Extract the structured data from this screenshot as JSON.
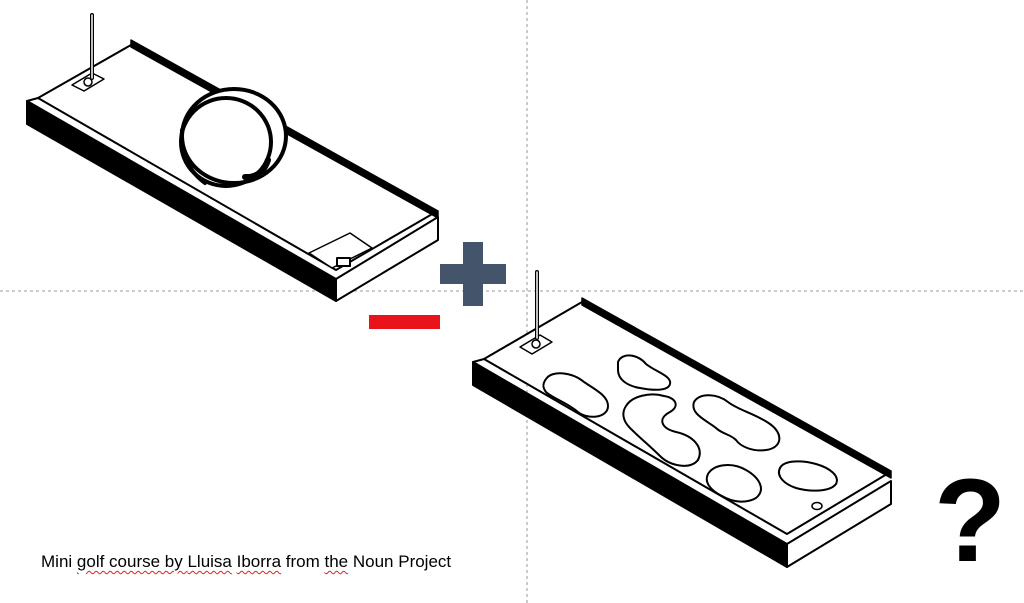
{
  "caption": {
    "p1": "Mini ",
    "p2": "golf course by ",
    "author_first": "Lluisa",
    "p3": " ",
    "author_last": "Iborra",
    "p4": " from ",
    "the_word": "the",
    "p5": " Noun Project"
  },
  "question_mark": "?",
  "symbols": {
    "minus_color": "#e8141a",
    "plus_color": "#44546a",
    "guide_color": "#9a9a9a"
  },
  "icons": {
    "course_1": "mini-golf-loop-course-icon",
    "course_2": "mini-golf-obstacle-course-icon"
  }
}
